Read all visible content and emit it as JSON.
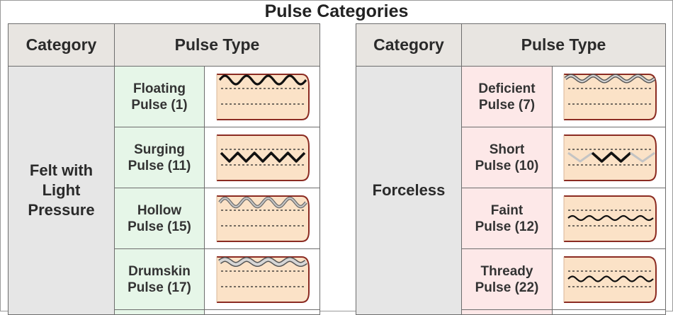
{
  "title": "Pulse Categories",
  "colors": {
    "vessel_fill": "#fbe2c7",
    "vessel_stroke": "#8b2b22",
    "wave_dark": "#111111",
    "wave_gray": "#c4c4c4",
    "green_cell": "#e6f6e8",
    "pink_cell": "#fde8e8",
    "header_bg": "#e8e5e1",
    "category_bg": "#e6e6e6"
  },
  "left": {
    "header_category": "Category",
    "header_type": "Pulse Type",
    "category": [
      "Felt with",
      "Light",
      "Pressure"
    ],
    "rows": [
      {
        "name": [
          "Floating",
          "Pulse (1)"
        ],
        "wave": "top-bold"
      },
      {
        "name": [
          "Surging",
          "Pulse (11)"
        ],
        "wave": "surging"
      },
      {
        "name": [
          "Hollow",
          "Pulse (15)"
        ],
        "wave": "hollow"
      },
      {
        "name": [
          "Drumskin",
          "Pulse (17)"
        ],
        "wave": "drumskin"
      }
    ]
  },
  "right": {
    "header_category": "Category",
    "header_type": "Pulse Type",
    "category": [
      "Forceless"
    ],
    "rows": [
      {
        "name": [
          "Deficient",
          "Pulse (7)"
        ],
        "wave": "deficient"
      },
      {
        "name": [
          "Short",
          "Pulse (10)"
        ],
        "wave": "short"
      },
      {
        "name": [
          "Faint",
          "Pulse (12)"
        ],
        "wave": "faint"
      },
      {
        "name": [
          "Thready",
          "Pulse (22)"
        ],
        "wave": "thready"
      }
    ]
  }
}
